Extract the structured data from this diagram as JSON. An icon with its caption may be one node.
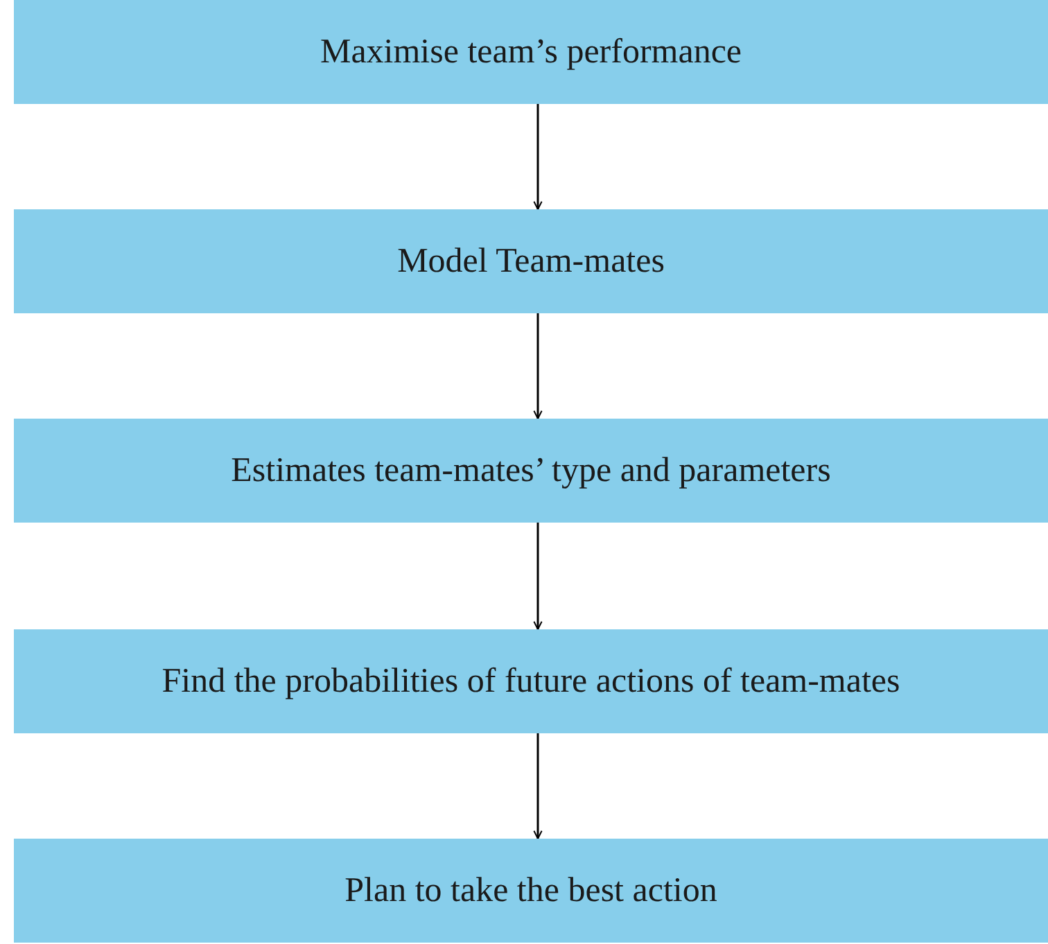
{
  "diagram": {
    "nodes": [
      {
        "text": [
          "Maximise team’s performance"
        ]
      },
      {
        "text": [
          "Model Team-mates"
        ]
      },
      {
        "text": [
          "Estimates team-mates’ type and parameters"
        ]
      },
      {
        "text": [
          "Find the probabilities of future actions of team-mates"
        ]
      },
      {
        "text": [
          "Plan to take the best action"
        ]
      }
    ],
    "edges": [
      {
        "from": 0,
        "to": 1,
        "arrow": "to"
      },
      {
        "from": 1,
        "to": 2,
        "arrow": "to"
      },
      {
        "from": 2,
        "to": 3,
        "arrow": "to"
      },
      {
        "from": 3,
        "to": 4,
        "arrow": "to"
      }
    ]
  }
}
